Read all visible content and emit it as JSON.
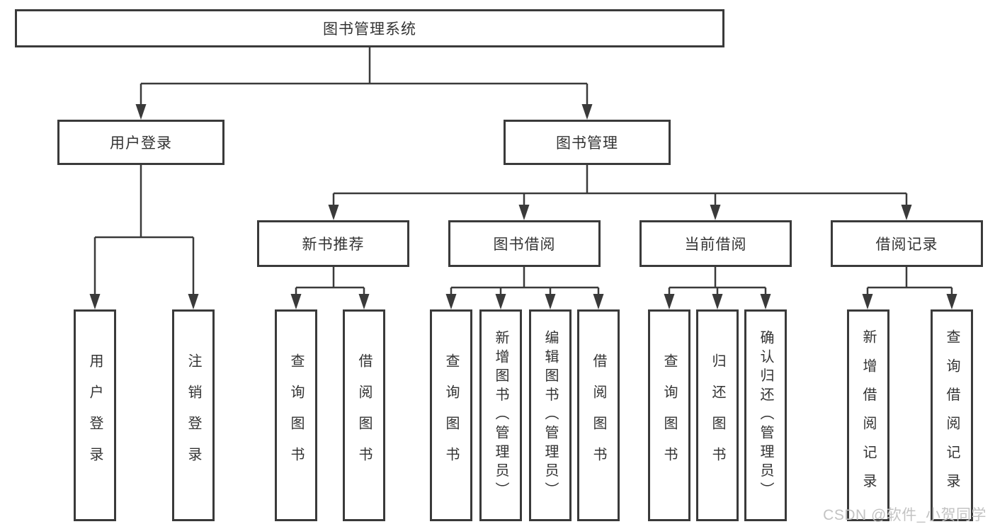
{
  "diagram": {
    "root": "图书管理系统",
    "branches": [
      {
        "label": "用户登录",
        "children": [
          "用户登录",
          "注销登录"
        ]
      },
      {
        "label": "图书管理",
        "sections": [
          {
            "label": "新书推荐",
            "children": [
              "查询图书",
              "借阅图书"
            ]
          },
          {
            "label": "图书借阅",
            "children": [
              "查询图书",
              "新增图书（管理员）",
              "编辑图书（管理员）",
              "借阅图书"
            ]
          },
          {
            "label": "当前借阅",
            "children": [
              "查询图书",
              "归还图书",
              "确认归还（管理员）"
            ]
          },
          {
            "label": "借阅记录",
            "children": [
              "新增借阅记录",
              "查询借阅记录"
            ]
          }
        ]
      }
    ],
    "watermark": "CSDN @软件_小贺同学",
    "colors": {
      "line": "#3a3a3a",
      "text": "#333333",
      "watermark": "#c3c3c3",
      "background": "#ffffff"
    }
  }
}
